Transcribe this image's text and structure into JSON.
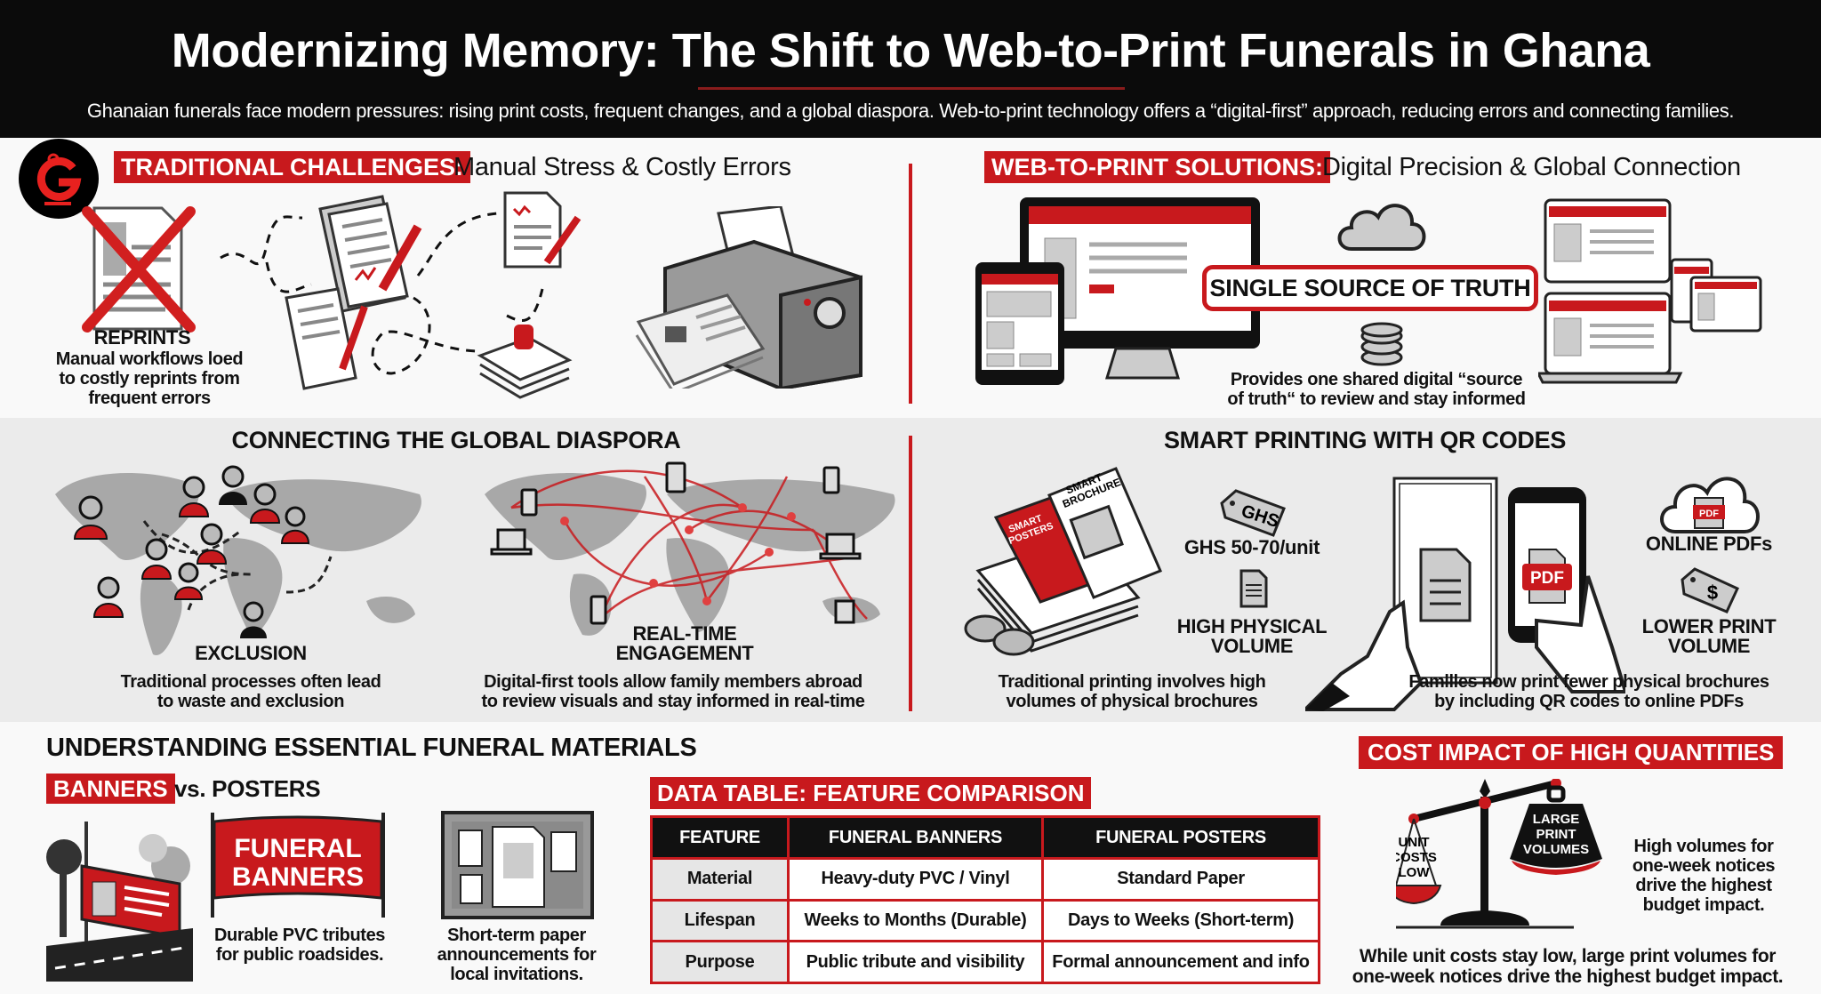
{
  "header": {
    "title": "Modernizing Memory: The Shift to Web-to-Print Funerals in Ghana",
    "subtitle": "Ghanaian funerals face modern pressures: rising print costs, frequent changes, and a global diaspora. Web-to-print technology offers a “digital-first” approach, reducing errors and connecting families."
  },
  "logo": {
    "icon": "g-logo-icon"
  },
  "challenges": {
    "tag": "TRADITIONAL CHALLENGES:",
    "title": "Manual Stress & Costly Errors",
    "reprints_label": "REPRINTS",
    "reprints_caption": [
      "Manual workflows loed",
      "to costly reprints from",
      "frequent errors"
    ]
  },
  "solutions": {
    "tag": "WEB-TO-PRINT SOLUTIONS:",
    "title": "Digital Precision & Global Connection",
    "badge": "SINGLE SOURCE OF TRUTH",
    "caption": [
      "Provides one shared digital “source",
      "of truth“ to review and stay informed"
    ]
  },
  "diaspora": {
    "title": "CONNECTING THE GLOBAL DIASPORA",
    "exclusion_label": "EXCLUSION",
    "exclusion_caption": [
      "Traditional processes often lead",
      "to waste and exclusion"
    ],
    "engagement_label": [
      "REAL-TIME",
      "ENGAGEMENT"
    ],
    "engagement_caption": [
      "Digital-first tools allow family members abroad",
      "to review visuals and stay informed in real-time"
    ]
  },
  "qr": {
    "title": "SMART PRINTING WITH QR CODES",
    "brochure_label": [
      "SMART",
      "BROCHURE"
    ],
    "brochure_label_red": [
      "SMART",
      "POSTERS"
    ],
    "ghs_tag": "GHS",
    "price": "GHS 50-70/unit",
    "high_volume": [
      "HIGH PHYSICAL",
      "VOLUME"
    ],
    "traditional_caption": [
      "Traditional printing involves high",
      "volumes of physical brochures"
    ],
    "pdf_badge": "PDF",
    "cloud_pdf": "PDF",
    "online_pdfs": "ONLINE PDFs",
    "dollar_tag": "$",
    "lower_volume": [
      "LOWER PRINT",
      "VOLUME"
    ],
    "families_caption": [
      "Famllles now print fewer physical brochures",
      "by including QR codes to online PDFs"
    ]
  },
  "materials": {
    "title": "UNDERSTANDING ESSENTIAL FUNERAL MATERIALS",
    "banners_tag": "BANNERS",
    "vs_posters": "vs. POSTERS",
    "banner_sign": [
      "FUNERAL",
      "BANNERS"
    ],
    "banner_caption": [
      "Durable PVC tributes",
      "for public roadsides."
    ],
    "poster_caption": [
      "Short-term paper",
      "announcements for",
      "local invitations."
    ]
  },
  "table": {
    "tag": "DATA TABLE: FEATURE COMPARISON",
    "headers": [
      "FEATURE",
      "FUNERAL BANNERS",
      "FUNERAL POSTERS"
    ],
    "rows": [
      [
        "Material",
        "Heavy-duty PVC / Vinyl",
        "Standard Paper"
      ],
      [
        "Lifespan",
        "Weeks to Months (Durable)",
        "Days to Weeks (Short-term)"
      ],
      [
        "Purpose",
        "Public tribute and visibility",
        "Formal announcement and info"
      ]
    ]
  },
  "cost": {
    "tag": "COST IMPACT OF HIGH QUANTITIES",
    "weight_label": [
      "LARGE",
      "PRINT",
      "VOLUMES"
    ],
    "pan_label": [
      "UNIT",
      "COSTS",
      "LOW"
    ],
    "side_text": [
      "High volumes for",
      "one-week notices",
      "drive the highest",
      "budget impact."
    ],
    "caption": [
      "While unit costs stay low, large print volumes for",
      "one-week notices drive the highest budget impact."
    ]
  },
  "colors": {
    "accent": "#c8191d",
    "dark": "#0b0b0b",
    "panel": "#ebebeb",
    "gray": "#a9a9a9"
  }
}
